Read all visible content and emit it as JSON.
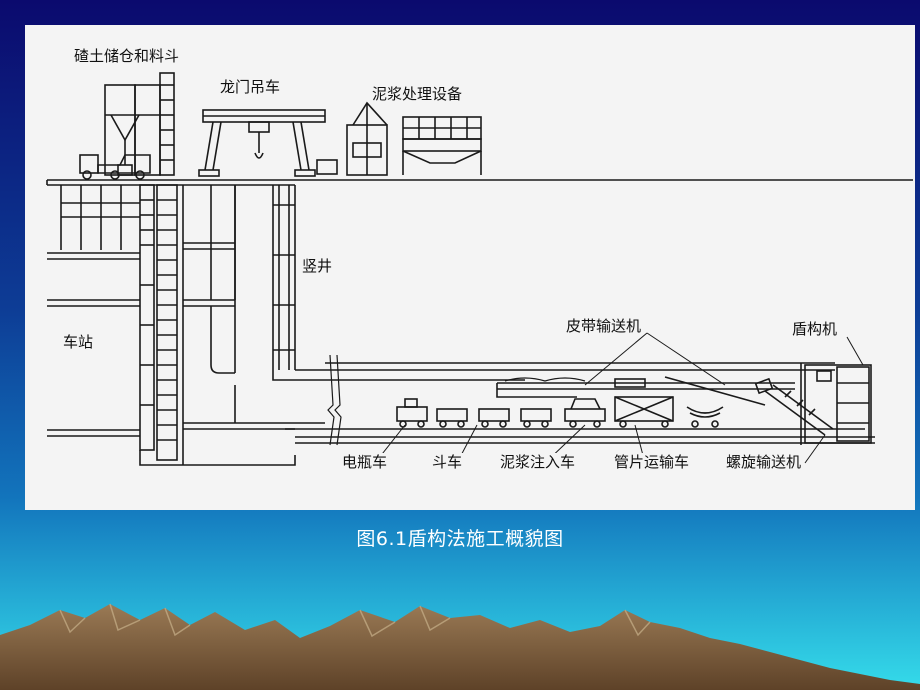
{
  "figure": {
    "labels": {
      "storage_hopper": "碴土储仓和料斗",
      "gantry_crane": "龙门吊车",
      "slurry_treatment": "泥浆处理设备",
      "shaft": "竖井",
      "station": "车站",
      "belt_conveyor": "皮带输送机",
      "shield_machine": "盾构机",
      "battery_car": "电瓶车",
      "bucket_car": "斗车",
      "slurry_injection_car": "泥浆注入车",
      "segment_transport_car": "管片运输车",
      "screw_conveyor": "螺旋输送机"
    }
  },
  "caption": "图6.1盾构法施工概貌图",
  "colors": {
    "background_top": "#0b0a6e",
    "background_mid": "#0f5ba8",
    "background_bottom": "#31d6ea",
    "panel": "#f4f4f4",
    "line": "#1a1a1a",
    "mountain": "#7a5a3a"
  }
}
